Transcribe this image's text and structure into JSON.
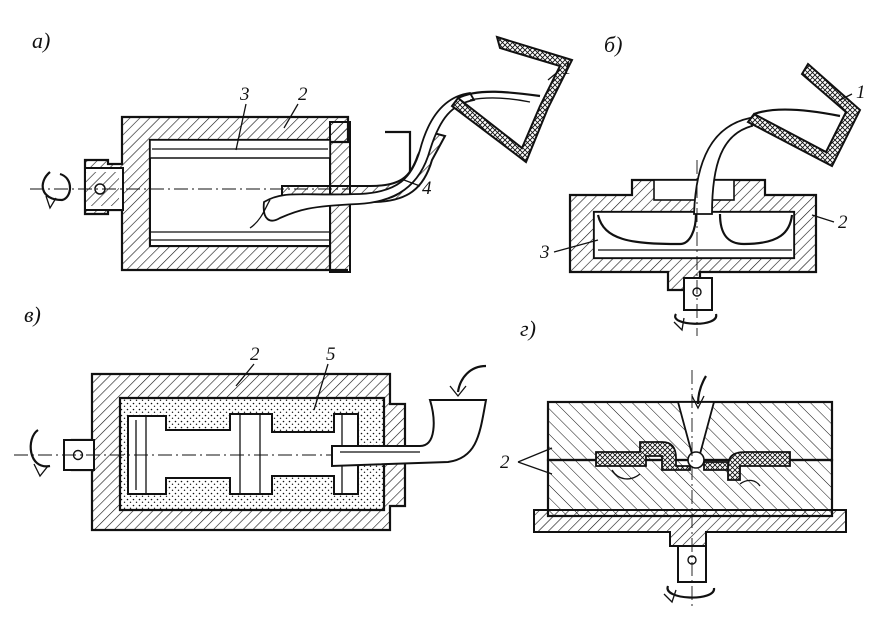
{
  "panels": {
    "a": {
      "label": "а)",
      "callouts": [
        "1",
        "2",
        "3",
        "4"
      ]
    },
    "b": {
      "label": "б)",
      "callouts": [
        "1",
        "2",
        "3"
      ]
    },
    "v": {
      "label": "в)",
      "callouts": [
        "2",
        "5"
      ]
    },
    "g": {
      "label": "г)",
      "callouts": [
        "2"
      ]
    }
  },
  "colors": {
    "ink": "#111111",
    "paper": "#ffffff"
  }
}
